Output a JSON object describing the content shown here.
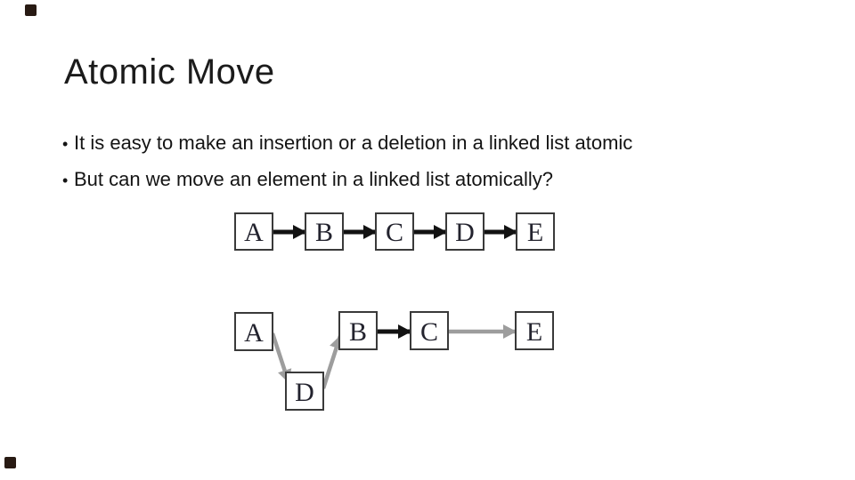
{
  "slide": {
    "title": "Atomic Move",
    "bullet_glyph": "•",
    "bullets": [
      "It is easy to make an insertion or a deletion in a linked list atomic",
      "But can we move an element in a linked list atomically?"
    ]
  },
  "colors": {
    "background": "#ffffff",
    "title_text": "#1b1b1b",
    "body_text": "#141414",
    "box_border": "#3a3a3a",
    "box_fill": "#ffffff",
    "node_letter": "#23232e",
    "arrow_black": "#121212",
    "arrow_gray": "#9d9d9d",
    "corner_mark": "#281a13"
  },
  "diagram1": {
    "nodes": [
      "A",
      "B",
      "C",
      "D",
      "E"
    ],
    "edges": [
      {
        "from": "A",
        "to": "B",
        "style": "black"
      },
      {
        "from": "B",
        "to": "C",
        "style": "black"
      },
      {
        "from": "C",
        "to": "D",
        "style": "black"
      },
      {
        "from": "D",
        "to": "E",
        "style": "black"
      }
    ]
  },
  "diagram2": {
    "nodes": [
      "A",
      "B",
      "C",
      "D",
      "E"
    ],
    "edges": [
      {
        "from": "A",
        "to": "D",
        "style": "gray"
      },
      {
        "from": "D",
        "to": "B",
        "style": "gray"
      },
      {
        "from": "B",
        "to": "C",
        "style": "black"
      },
      {
        "from": "C",
        "to": "E",
        "style": "gray"
      }
    ]
  }
}
